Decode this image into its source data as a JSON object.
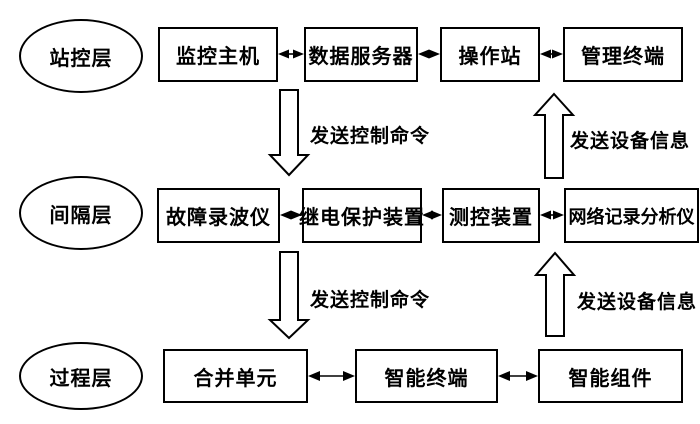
{
  "diagram": {
    "colors": {
      "background": "#ffffff",
      "stroke": "#000000",
      "text": "#000000"
    },
    "layers": [
      {
        "label": "站控层",
        "nodes": [
          "监控主机",
          "数据服务器",
          "操作站",
          "管理终端"
        ]
      },
      {
        "label": "间隔层",
        "nodes": [
          "故障录波仪",
          "继电保护装置",
          "测控装置",
          "网络记录分析仪"
        ]
      },
      {
        "label": "过程层",
        "nodes": [
          "合并单元",
          "智能终端",
          "智能组件"
        ]
      }
    ],
    "arrows": [
      {
        "direction": "down",
        "label": "发送控制命令"
      },
      {
        "direction": "up",
        "label": "发送设备信息"
      },
      {
        "direction": "down",
        "label": "发送控制命令"
      },
      {
        "direction": "up",
        "label": "发送设备信息"
      }
    ]
  }
}
